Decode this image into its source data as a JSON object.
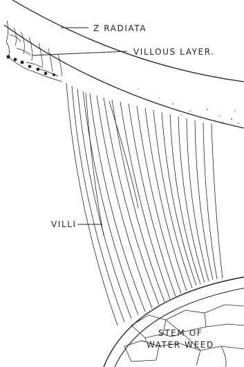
{
  "labels": {
    "zona_radiata": "Z RADIATA",
    "villous_layer": "VILLOUS LAYER.",
    "villi": "VILLI",
    "stem_line1": "STEM OF",
    "stem_line2": "WATER WEED"
  },
  "colors": {
    "ink": "#222222",
    "paper": "#ffffff"
  }
}
